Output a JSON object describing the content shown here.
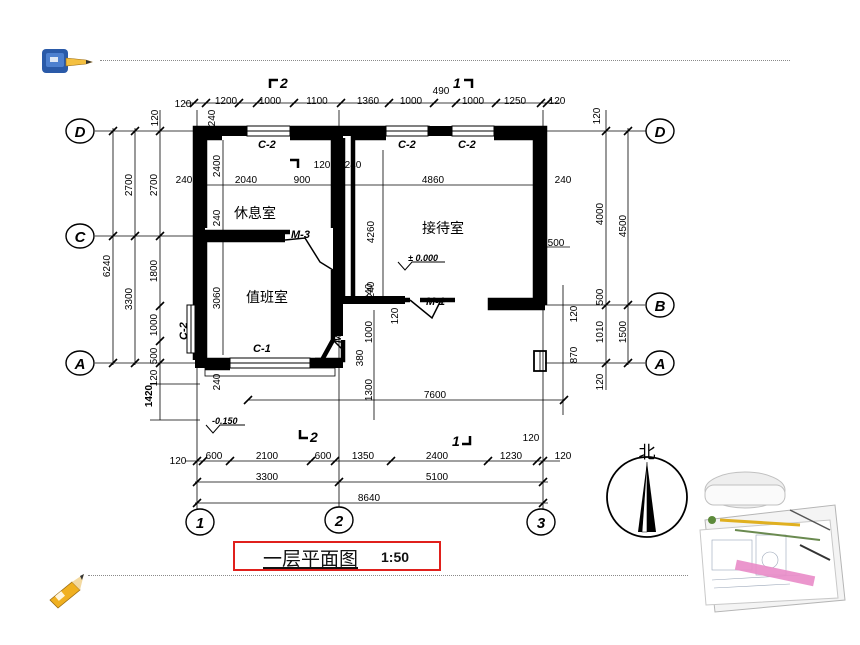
{
  "title": {
    "main": "一层平面图",
    "scale": "1:50"
  },
  "north_label": "北",
  "rooms": {
    "rest_room": "休息室",
    "reception_room": "接待室",
    "duty_room": "值班室"
  },
  "grid_axes": {
    "vertical": [
      "1",
      "2",
      "3"
    ],
    "horizontal": [
      "A",
      "B",
      "C",
      "D"
    ]
  },
  "doors": {
    "m1": "M-1",
    "m2": "M-2",
    "m3": "M-3"
  },
  "windows": {
    "c1": "C-1",
    "c2": "C-2"
  },
  "levels": {
    "floor": "± 0.000",
    "outdoor": "-0.150"
  },
  "section_marks": {
    "one": "1",
    "two": "2"
  },
  "dimensions": {
    "top": [
      "120",
      "1200",
      "1000",
      "1100",
      "1360",
      "1000",
      "490",
      "1000",
      "1250",
      "120",
      "240"
    ],
    "bottom_detail": [
      "120",
      "600",
      "2100",
      "600",
      "1350",
      "2400",
      "1230",
      "120",
      "120"
    ],
    "bottom_mid": [
      "3300",
      "5100"
    ],
    "bottom_total": "8640",
    "left": [
      "120",
      "2700",
      "2700",
      "1800",
      "3300",
      "1000",
      "500",
      "120",
      "6240",
      "1420"
    ],
    "right": [
      "120",
      "4000",
      "4500",
      "500",
      "120",
      "1010",
      "1500",
      "870",
      "120"
    ],
    "interior": [
      "2040",
      "900",
      "120",
      "240",
      "4860",
      "240",
      "240",
      "2400",
      "240",
      "3060",
      "4260",
      "240",
      "500",
      "1000",
      "120",
      "380",
      "1300",
      "7600",
      "240",
      "240"
    ]
  },
  "colors": {
    "title_border": "#e0201c",
    "wall": "#000000",
    "dot_line": "#8a8a8a"
  },
  "icons": [
    "book-pencil-icon",
    "pencil-icon",
    "north-arrow-icon",
    "drafting-tools-icon"
  ]
}
